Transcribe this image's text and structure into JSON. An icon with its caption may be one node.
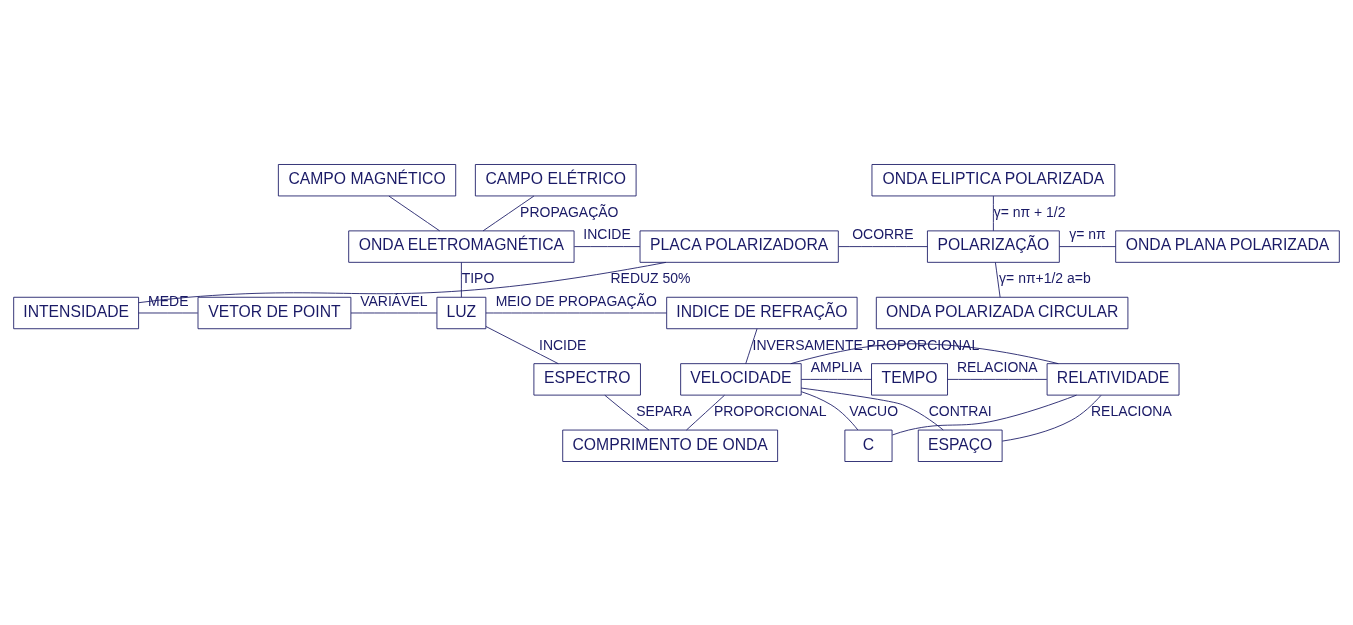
{
  "diagram": {
    "nodes": [
      {
        "text": [
          "CAMPO ELÉTRICO"
        ]
      },
      {
        "text": [
          "CAMPO MAGNÉTICO"
        ]
      },
      {
        "text": [
          "ONDA ELETROMAGNÉTICA"
        ]
      },
      {
        "text": [
          "PLACA POLARIZADORA"
        ]
      },
      {
        "text": [
          "ONDA ELIPTICA POLARIZADA"
        ]
      },
      {
        "text": [
          "POLARIZAÇÃO"
        ]
      },
      {
        "text": [
          "ONDA PLANA POLARIZADA"
        ]
      },
      {
        "text": [
          "ONDA POLARIZADA CIRCULAR"
        ]
      },
      {
        "text": [
          "INTENSIDADE"
        ]
      },
      {
        "text": [
          "VETOR DE POINT"
        ]
      },
      {
        "text": [
          "LUZ"
        ]
      },
      {
        "text": [
          "INDICE DE REFRAÇÃO"
        ]
      },
      {
        "text": [
          "ESPECTRO"
        ]
      },
      {
        "text": [
          "VELOCIDADE"
        ]
      },
      {
        "text": [
          "TEMPO"
        ]
      },
      {
        "text": [
          "RELATIVIDADE"
        ]
      },
      {
        "text": [
          "COMPRIMENTO DE ONDA"
        ]
      },
      {
        "text": [
          "ESPAÇO"
        ]
      },
      {
        "text": [
          "C"
        ]
      }
    ],
    "edges": [
      {
        "from": 0,
        "to": 2,
        "arrow": "none",
        "label": "PROPAGAÇÃO"
      },
      {
        "from": 1,
        "to": 2,
        "arrow": "none"
      },
      {
        "from": 2,
        "to": 3,
        "arrow": "none",
        "label": "INCIDE"
      },
      {
        "from": 3,
        "to": 8,
        "arrow": "none",
        "label": "REDUZ 50%"
      },
      {
        "from": 3,
        "to": 5,
        "arrow": "none",
        "label": "OCORRE"
      },
      {
        "from": 5,
        "to": 4,
        "arrow": "none",
        "label": "γ= nπ + 1/2"
      },
      {
        "from": 5,
        "to": 6,
        "arrow": "none",
        "label": "γ= nπ"
      },
      {
        "from": 5,
        "to": 7,
        "arrow": "none",
        "label": "γ= nπ+1/2 a=b"
      },
      {
        "from": 8,
        "to": 9,
        "arrow": "none",
        "label": "MEDE"
      },
      {
        "from": 9,
        "to": 10,
        "arrow": "none",
        "label": "VARIÁVEL"
      },
      {
        "from": 2,
        "to": 10,
        "arrow": "none",
        "label": "TIPO"
      },
      {
        "from": 10,
        "to": 11,
        "arrow": "none",
        "label": "MEIO DE PROPAGAÇÃO"
      },
      {
        "from": 10,
        "to": 12,
        "arrow": "none",
        "label": "INCIDE"
      },
      {
        "from": 12,
        "to": 16,
        "arrow": "none",
        "label": "SEPARA"
      },
      {
        "from": 16,
        "to": 13,
        "arrow": "none",
        "label": "PROPORCIONAL"
      },
      {
        "from": 11,
        "to": 13,
        "arrow": "none",
        "label": "INVERSAMENTE PROPORCIONAL"
      },
      {
        "from": 13,
        "to": 18,
        "arrow": "none",
        "label": "VACUO"
      },
      {
        "from": 13,
        "to": 14,
        "arrow": "none",
        "label": "AMPLIA"
      },
      {
        "from": 13,
        "to": 17,
        "arrow": "none",
        "label": "CONTRAI"
      },
      {
        "from": 14,
        "to": 15,
        "arrow": "none",
        "label": "RELACIONA"
      },
      {
        "from": 17,
        "to": 15,
        "arrow": "none",
        "label": "RELACIONA"
      },
      {
        "from": 13,
        "to": 15,
        "arrow": "none"
      },
      {
        "from": 18,
        "to": 15,
        "arrow": "none"
      }
    ]
  }
}
